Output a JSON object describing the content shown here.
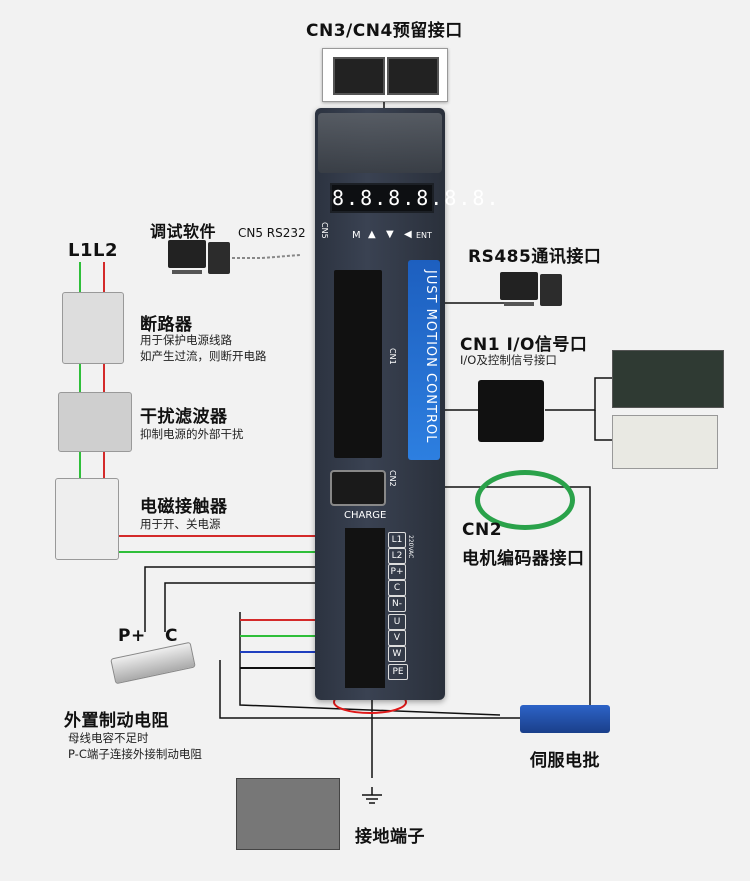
{
  "labels": {
    "cn3_cn4": "CN3/CN4预留接口",
    "debug_software": "调试软件",
    "cn5": "CN5 RS232",
    "l1l2": "L1L2",
    "breaker_title": "断路器",
    "breaker_desc1": "用于保护电源线路",
    "breaker_desc2": "如产生过流，则断开电路",
    "filter_title": "干扰滤波器",
    "filter_desc": "抑制电源的外部干扰",
    "contactor_title": "电磁接触器",
    "contactor_desc": "用于开、关电源",
    "p_plus": "P+",
    "c_term": "C",
    "resistor_title": "外置制动电阻",
    "resistor_desc1": "母线电容不足时",
    "resistor_desc2": "P-C端子连接外接制动电阻",
    "rs485": "RS485通讯接口",
    "cn1_title": "CN1  I/O信号口",
    "cn1_desc": "I/O及控制信号接口",
    "cn2_title": "CN2",
    "cn2_desc": "电机编码器接口",
    "servo_batch": "伺服电批",
    "ground_terminal": "接地端子"
  },
  "drive": {
    "display": "8.8.8.8.8.8.",
    "brand": "JUST MOTION CONTROL",
    "charge": "CHARGE",
    "cn5_side": "CN5",
    "cn1_side": "CN1",
    "cn2_side": "CN2",
    "key_m": "M",
    "key_up": "▲",
    "key_down": "▼",
    "key_left": "◀",
    "key_ent": "ENT",
    "voltage": "220VAC",
    "terminals": [
      "L1",
      "L2",
      "P+",
      "C",
      "N-",
      "U",
      "V",
      "W",
      "PE"
    ]
  },
  "colors": {
    "wire_red": "#d42a2a",
    "wire_green": "#2fbf3a",
    "wire_blue": "#1f3fbf",
    "wire_black": "#111111",
    "highlight": "#e01818",
    "brand_blue": "#2570d8"
  }
}
